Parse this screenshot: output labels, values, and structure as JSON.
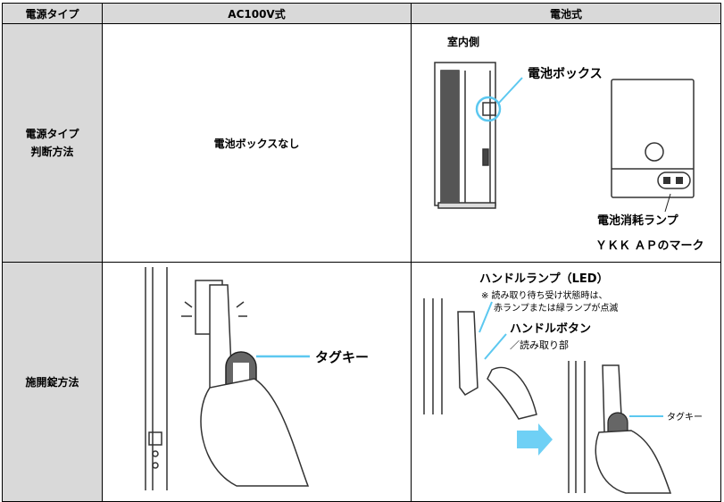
{
  "table": {
    "headers": [
      "電源タイプ",
      "AC100V式",
      "電池式"
    ],
    "rows": [
      {
        "label": [
          "電源タイプ",
          "判断方法"
        ],
        "ac": "電池ボックスなし",
        "battery": {
          "indoor_label": "室内側",
          "box_label": "電池ボックス",
          "lamp_label": "電池消耗ランプ",
          "mark_label": "ＹＫＫ ＡＰのマーク"
        }
      },
      {
        "label": [
          "施開錠方法"
        ],
        "ac": {
          "tag_label": "タグキー"
        },
        "battery": {
          "lamp_title": "ハンドルランプ（LED）",
          "lamp_note_1": "※ 読み取り待ち受け状態時は、",
          "lamp_note_2": "赤ランプまたは緑ランプが点滅",
          "button_label": "ハンドルボタン",
          "reader_label": "／読み取り部",
          "tag_label": "タグキー"
        }
      }
    ]
  },
  "colors": {
    "header_bg": "#d9d9d9",
    "accent_blue": "#5cc8f0",
    "arrow_blue": "#6fd0f5"
  }
}
